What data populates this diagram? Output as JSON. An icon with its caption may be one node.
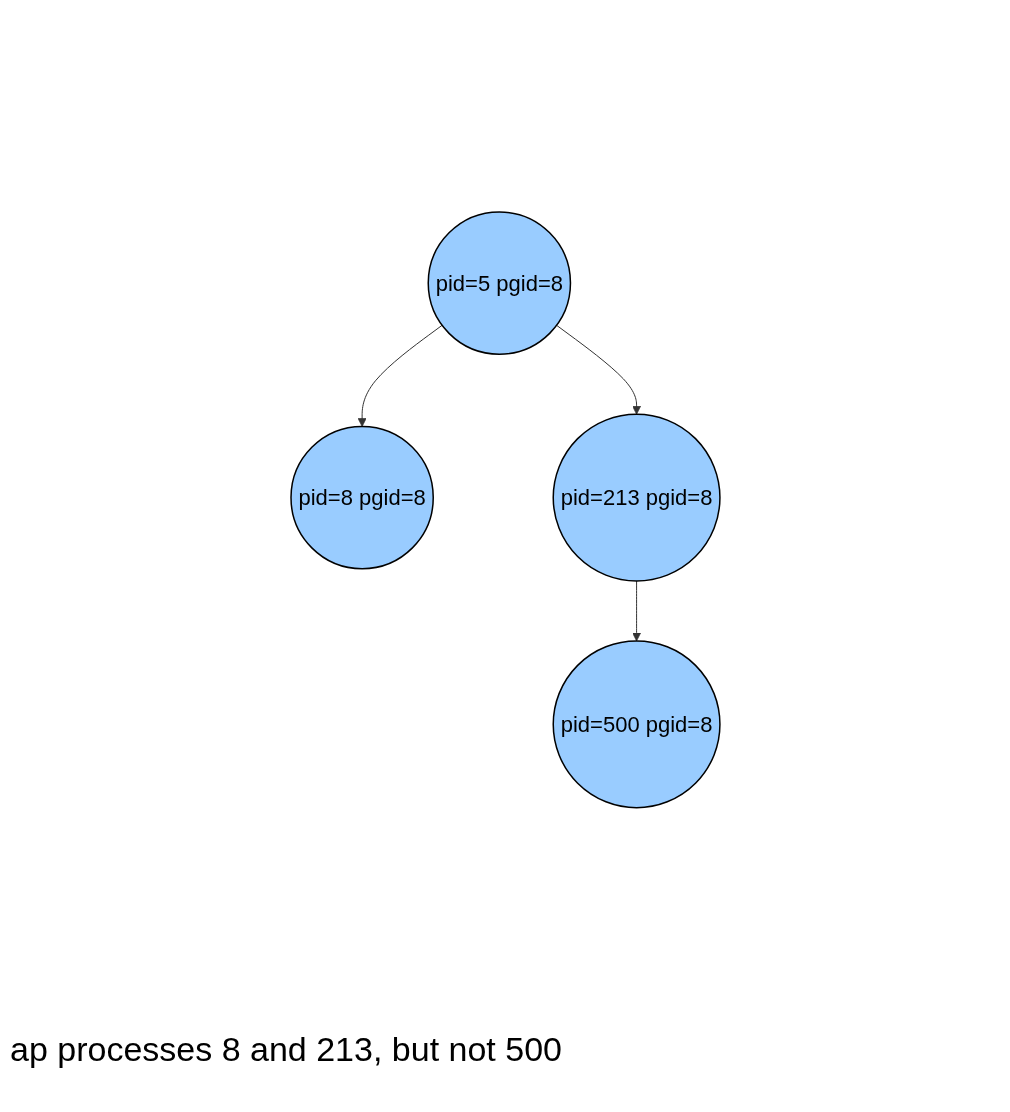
{
  "diagram": {
    "nodes": [
      {
        "text": [
          "pid=5 pgid=8"
        ]
      },
      {
        "text": [
          "pid=8 pgid=8"
        ]
      },
      {
        "text": [
          "pid=213 pgid=8"
        ]
      },
      {
        "text": [
          "pid=500 pgid=8"
        ]
      }
    ],
    "edges": [
      {
        "from": 0,
        "to": 1,
        "arrow": "to"
      },
      {
        "from": 0,
        "to": 2,
        "arrow": "to"
      },
      {
        "from": 2,
        "to": 3,
        "arrow": "to"
      }
    ],
    "labels": [
      "ap processes 8 and 213, but not 500"
    ]
  }
}
